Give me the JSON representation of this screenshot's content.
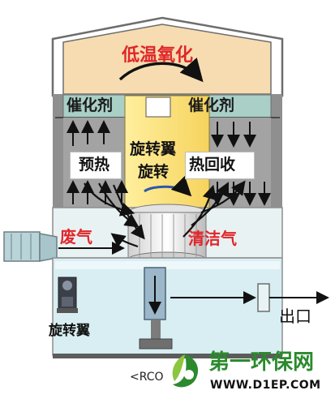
{
  "diagram": {
    "zones": {
      "oxidation": "低温氧化",
      "catalyst_left": "催化剂",
      "catalyst_right": "催化剂",
      "rotor_top": "旋转翼",
      "rotor_bottom": "旋转",
      "preheat": "预热",
      "heat_recovery": "热回收",
      "waste_gas": "废气",
      "clean_gas": "清洁气",
      "outlet": "出口",
      "rotary_wing_motor": "旋转翼"
    },
    "caption": "<RCO"
  },
  "watermark": {
    "name": "第一环保网",
    "url": "WWW.D1EP.COM"
  },
  "colors": {
    "oxidation": "#f6dcb0",
    "catalyst": "#a9cfc7",
    "chamber": "#9d9d9d",
    "rotor": "#fbe27a",
    "water": "#d8eef2",
    "lower": "#cfe7ee",
    "label_red": "#e0262a",
    "logo_green": "#2b8a2e"
  }
}
